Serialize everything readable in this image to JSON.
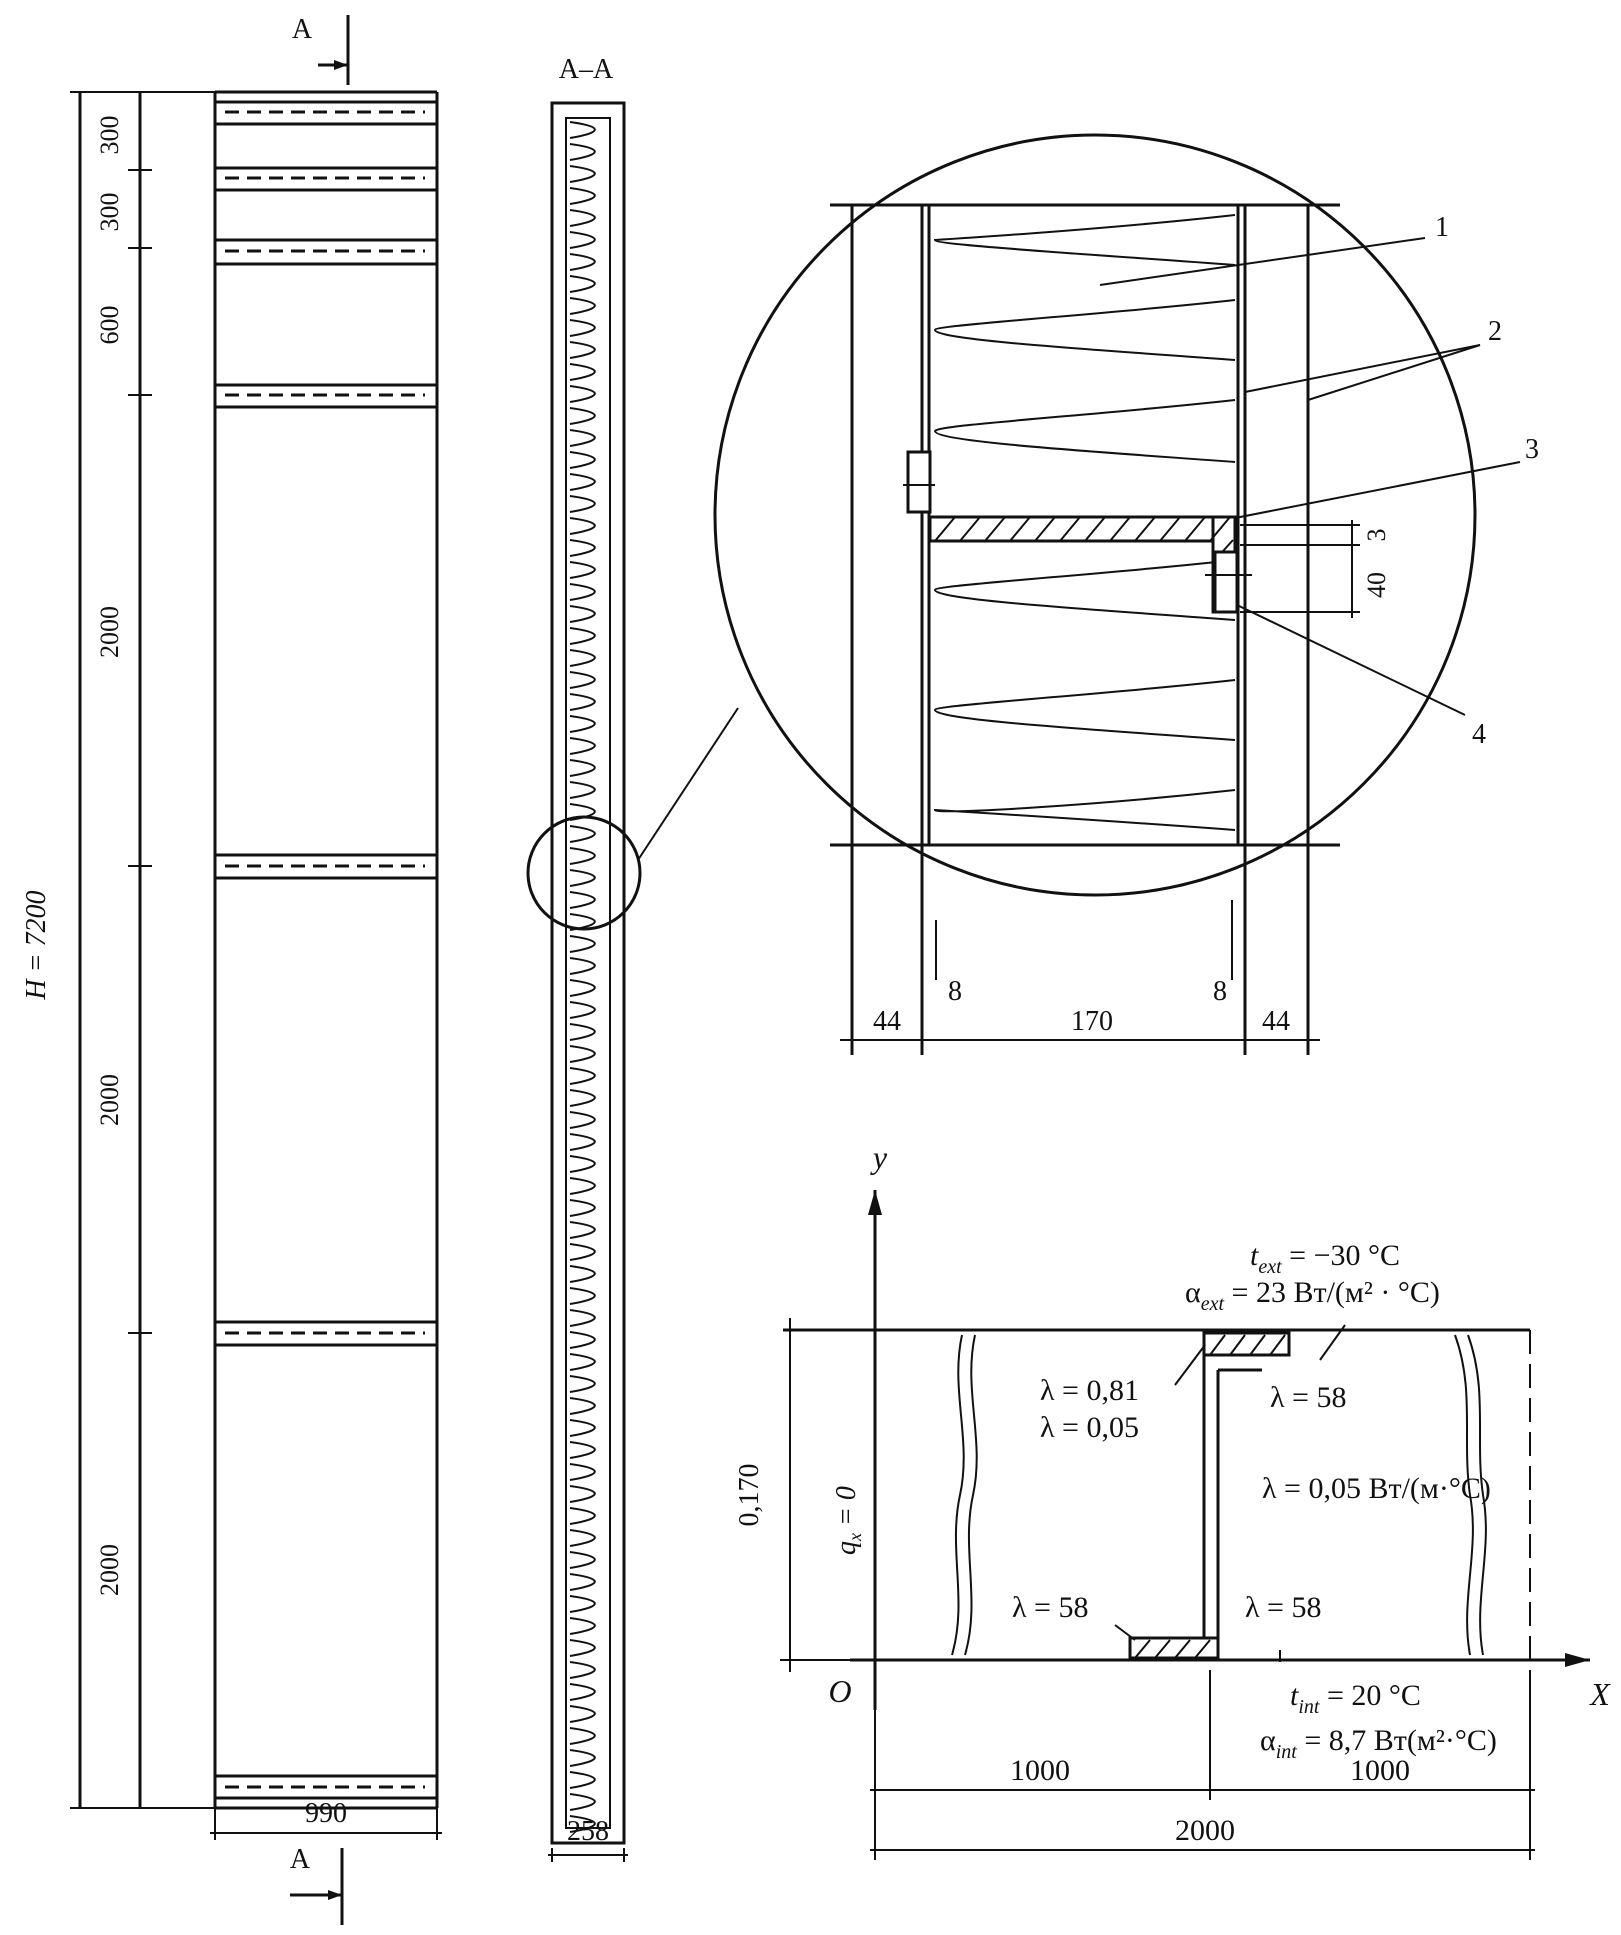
{
  "elevation": {
    "section_mark": "A",
    "height_label": "H = 7200",
    "spacings": [
      "300",
      "300",
      "600",
      "2000",
      "2000",
      "2000"
    ],
    "width": "990"
  },
  "section": {
    "title": "A–A",
    "width": "258"
  },
  "detail": {
    "callouts": [
      "1",
      "2",
      "3",
      "4"
    ],
    "dim_3": "3",
    "dim_40": "40",
    "bottom_dims": [
      "44",
      "8",
      "170",
      "8",
      "44"
    ]
  },
  "model": {
    "y_axis": "y",
    "x_axis": "X",
    "origin": "O",
    "t_ext": "t",
    "t_ext_sub": "ext",
    "t_ext_val": " = −30 °C",
    "a_ext": "α",
    "a_ext_sub": "ext",
    "a_ext_val": " = 23 Вт/(м² · °С)",
    "lambda_081": "λ = 0,81",
    "lambda_005": "λ = 0,05",
    "lambda_58_a": "λ = 58",
    "lambda_insul": "λ = 0,05 Вт/(м·°С)",
    "lambda_58_b": "λ = 58",
    "lambda_58_c": "λ = 58",
    "qx": "q",
    "qx_sub": "x",
    "qx_val": " = 0",
    "height": "0,170",
    "t_int": "t",
    "t_int_sub": "int",
    "t_int_val": " = 20 °C",
    "a_int": "α",
    "a_int_sub": "int",
    "a_int_val": " = 8,7 Вт(м²·°С)",
    "dims": [
      "1000",
      "1000",
      "2000"
    ]
  }
}
